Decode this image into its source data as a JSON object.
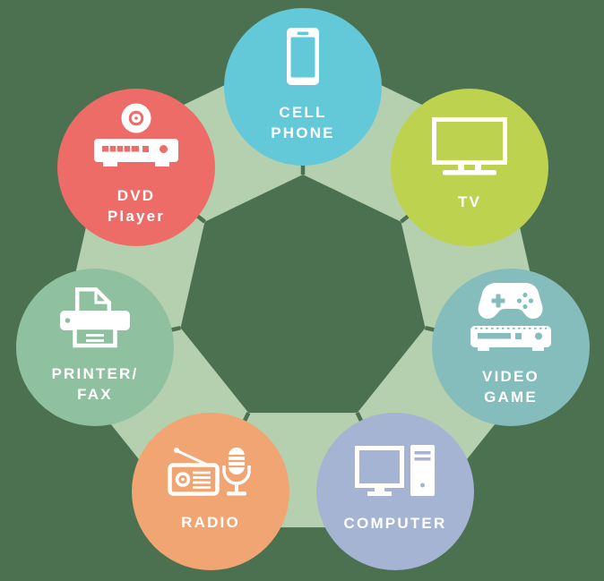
{
  "diagram": {
    "background_color": "#4b7150",
    "band_color": "#b5d0ae",
    "text_color": "#ffffff",
    "items": [
      {
        "name": "cell-phone",
        "label": "CELL PHONE",
        "label_lines": [
          "CELL",
          "PHONE"
        ],
        "icon": "cell-phone-icon",
        "color": "#63c9d9"
      },
      {
        "name": "tv",
        "label": "TV",
        "label_lines": [
          "TV"
        ],
        "icon": "tv-icon",
        "color": "#bdd350"
      },
      {
        "name": "video-game",
        "label": "VIDEO GAME",
        "label_lines": [
          "VIDEO",
          "GAME"
        ],
        "icon": "video-game-icon",
        "color": "#85bdbc"
      },
      {
        "name": "computer",
        "label": "COMPUTER",
        "label_lines": [
          "COMPUTER"
        ],
        "icon": "computer-icon",
        "color": "#a5b4d3"
      },
      {
        "name": "radio",
        "label": "RADIO",
        "label_lines": [
          "RADIO"
        ],
        "icon": "radio-icon",
        "color": "#f1a572"
      },
      {
        "name": "printer-fax",
        "label": "PRINTER/FAX",
        "label_lines": [
          "PRINTER/",
          "FAX"
        ],
        "icon": "printer-fax-icon",
        "color": "#8fc0a0"
      },
      {
        "name": "dvd-player",
        "label": "DVD Player",
        "label_lines": [
          "DVD",
          "Player"
        ],
        "icon": "dvd-player-icon",
        "color": "#ee6c67"
      }
    ]
  }
}
